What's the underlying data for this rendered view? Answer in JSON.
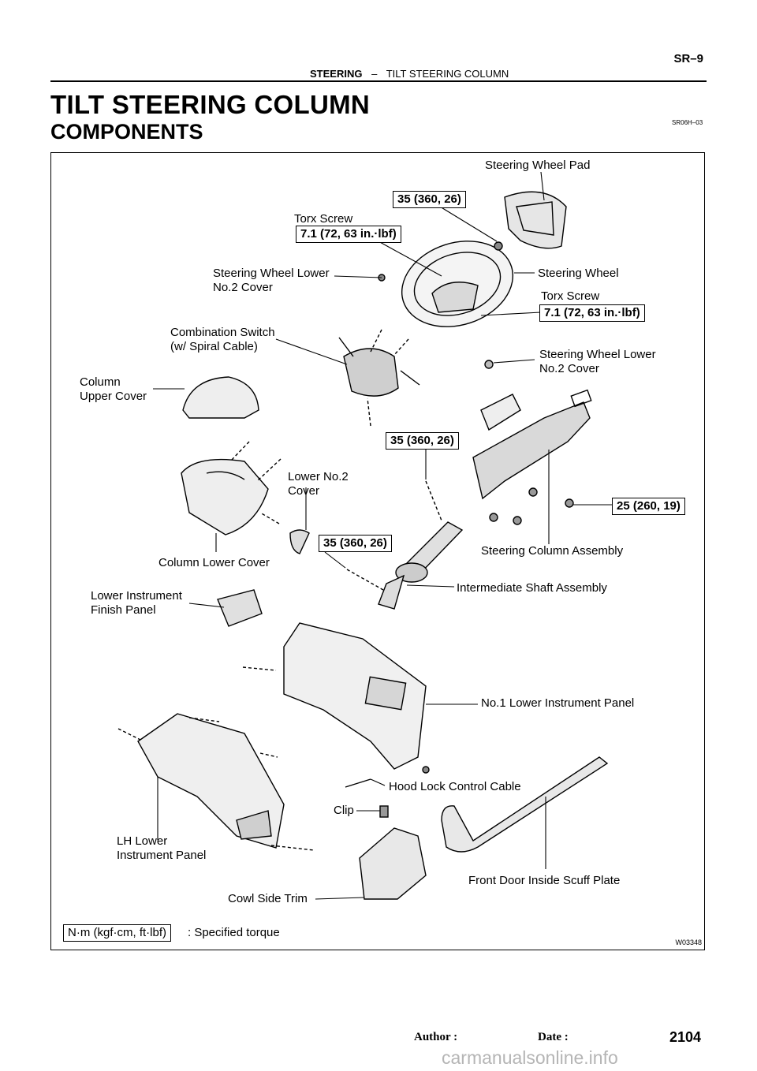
{
  "header": {
    "section": "STEERING",
    "separator": "–",
    "subsection": "TILT STEERING COLUMN",
    "page": "SR–9"
  },
  "title": "TILT STEERING COLUMN",
  "subtitle": "COMPONENTS",
  "doc_code": "SR06H–03",
  "figure_id": "W03348",
  "labels": {
    "steering_wheel_pad": "Steering Wheel Pad",
    "torque_pad": "35 (360, 26)",
    "torx_screw_left": "Torx Screw",
    "torque_torx_left": "7.1 (72, 63 in.·lbf)",
    "swl_cover_left_1": "Steering Wheel Lower",
    "swl_cover_left_2": "No.2 Cover",
    "steering_wheel": "Steering Wheel",
    "torx_screw_right": "Torx Screw",
    "torque_torx_right": "7.1 (72, 63 in.·lbf)",
    "combo_switch_1": "Combination Switch",
    "combo_switch_2": "(w/ Spiral Cable)",
    "swl_cover_right_1": "Steering Wheel Lower",
    "swl_cover_right_2": "No.2 Cover",
    "column_upper_1": "Column",
    "column_upper_2": "Upper Cover",
    "torque_column_top": "35 (360, 26)",
    "lower_no2_1": "Lower No.2",
    "lower_no2_2": "Cover",
    "torque_column_side": "25 (260, 19)",
    "torque_shaft": "35 (360, 26)",
    "steering_column_assembly": "Steering Column Assembly",
    "column_lower_cover": "Column Lower Cover",
    "intermediate_shaft": "Intermediate Shaft Assembly",
    "lower_instr_finish_1": "Lower Instrument",
    "lower_instr_finish_2": "Finish Panel",
    "no1_lower_instr_panel": "No.1 Lower Instrument Panel",
    "hood_lock_cable": "Hood Lock Control Cable",
    "clip": "Clip",
    "lh_lower_1": "LH Lower",
    "lh_lower_2": "Instrument Panel",
    "front_door_scuff": "Front Door Inside Scuff Plate",
    "cowl_side_trim": "Cowl Side Trim"
  },
  "legend": {
    "unit": "N·m (kgf·cm, ft·lbf)",
    "meaning": ": Specified torque"
  },
  "footer": {
    "author": "Author :",
    "date": "Date :",
    "page_number": "2104",
    "watermark": "carmanualsonline.info"
  }
}
